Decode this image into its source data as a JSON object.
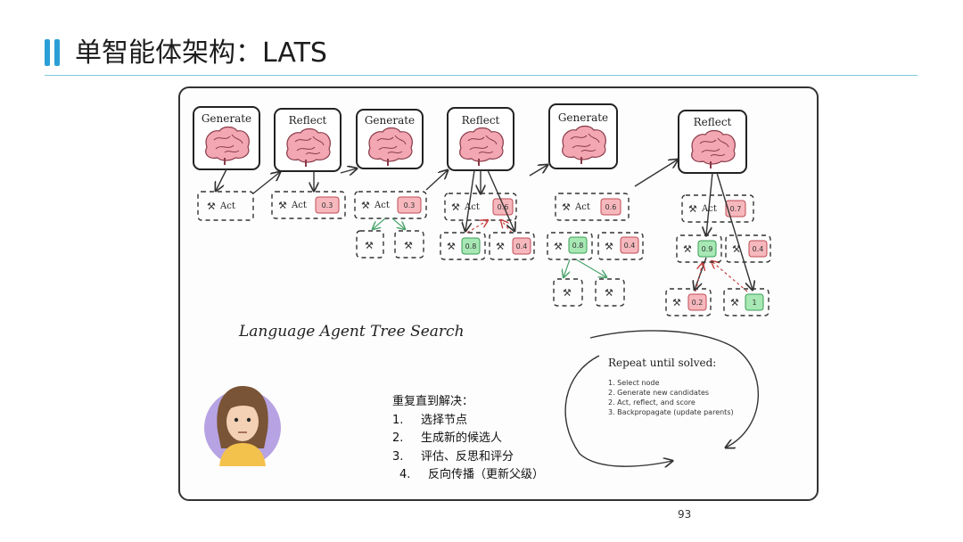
{
  "slide": {
    "title": "单智能体架构：LATS",
    "page_number": "93",
    "accent_color": "#2a9fd6"
  },
  "diagram": {
    "stage_labels": [
      "Generate",
      "Reflect",
      "Generate",
      "Reflect",
      "Generate",
      "Reflect"
    ],
    "act_label": "Act",
    "scores": {
      "s2": "0.3",
      "s3": "0.3",
      "s4": "0.6",
      "s4_left": "0.8",
      "s4_right": "0.4",
      "s5": "0.6",
      "s5_left": "0.8",
      "s5_right": "0.4",
      "s6": "0.7",
      "s6_left": "0.9",
      "s6_right": "0.4",
      "s6_leaf1": "0.2",
      "s6_leaf2": "1"
    },
    "name": "Language Agent Tree Search",
    "repeat_title": "Repeat until solved:",
    "repeat_steps": [
      "1. Select node",
      "2. Generate new candidates",
      "2. Act, reflect, and score",
      "3. Backpropagate (update parents)"
    ],
    "icons": [
      "brain-icon",
      "tool-icon",
      "avatar-woman"
    ]
  },
  "chinese_notes": {
    "heading": "重复直到解决：",
    "items": [
      {
        "num": "1.",
        "text": "选择节点"
      },
      {
        "num": "2.",
        "text": "生成新的候选人"
      },
      {
        "num": "3.",
        "text": "评估、反思和评分"
      },
      {
        "num": "4.",
        "text": "反向传播（更新父级）"
      }
    ]
  }
}
